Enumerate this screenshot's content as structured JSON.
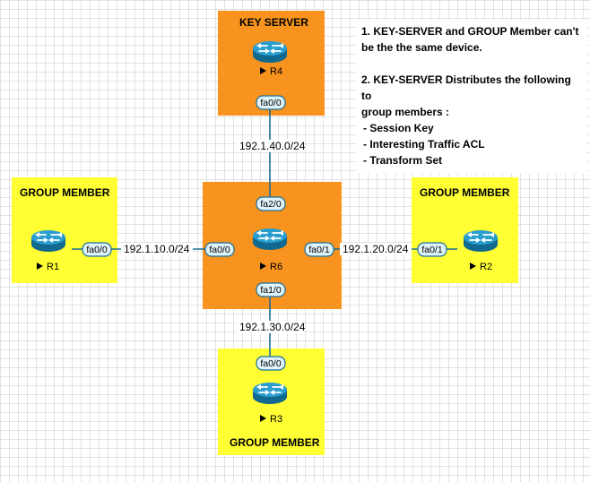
{
  "boxes": {
    "key_server": {
      "title": "KEY SERVER",
      "color": "#f7931e"
    },
    "core": {
      "color": "#f7931e"
    },
    "r1_group": {
      "title": "GROUP MEMBER",
      "color": "#ffff33"
    },
    "r2_group": {
      "title": "GROUP MEMBER",
      "color": "#ffff33"
    },
    "r3_group": {
      "title": "GROUP MEMBER",
      "color": "#ffff33"
    }
  },
  "routers": {
    "r4": "R4",
    "r6": "R6",
    "r1": "R1",
    "r2": "R2",
    "r3": "R3"
  },
  "interfaces": {
    "r4_fa00": "fa0/0",
    "r6_fa20": "fa2/0",
    "r6_fa00": "fa0/0",
    "r6_fa01": "fa0/1",
    "r6_fa10": "fa1/0",
    "r1_fa00": "fa0/0",
    "r2_fa01": "fa0/1",
    "r3_fa00": "fa0/0"
  },
  "networks": {
    "net_40": "192.1.40.0/24",
    "net_10": "192.1.10.0/24",
    "net_20": "192.1.20.0/24",
    "net_30": "192.1.30.0/24"
  },
  "notes": {
    "note1_line1": "1. KEY-SERVER and GROUP Member can't",
    "note1_line2": " be the the same device.",
    "note2_line1": "2. KEY-SERVER Distributes the following to",
    "note2_line2": "group members :",
    "bullets": [
      "- Session Key",
      "- Interesting Traffic ACL",
      "- Transform Set"
    ]
  },
  "colors": {
    "router_body": "#1a8bb8",
    "link": "#1b6f99",
    "interface_fill": "#dff3fa"
  }
}
